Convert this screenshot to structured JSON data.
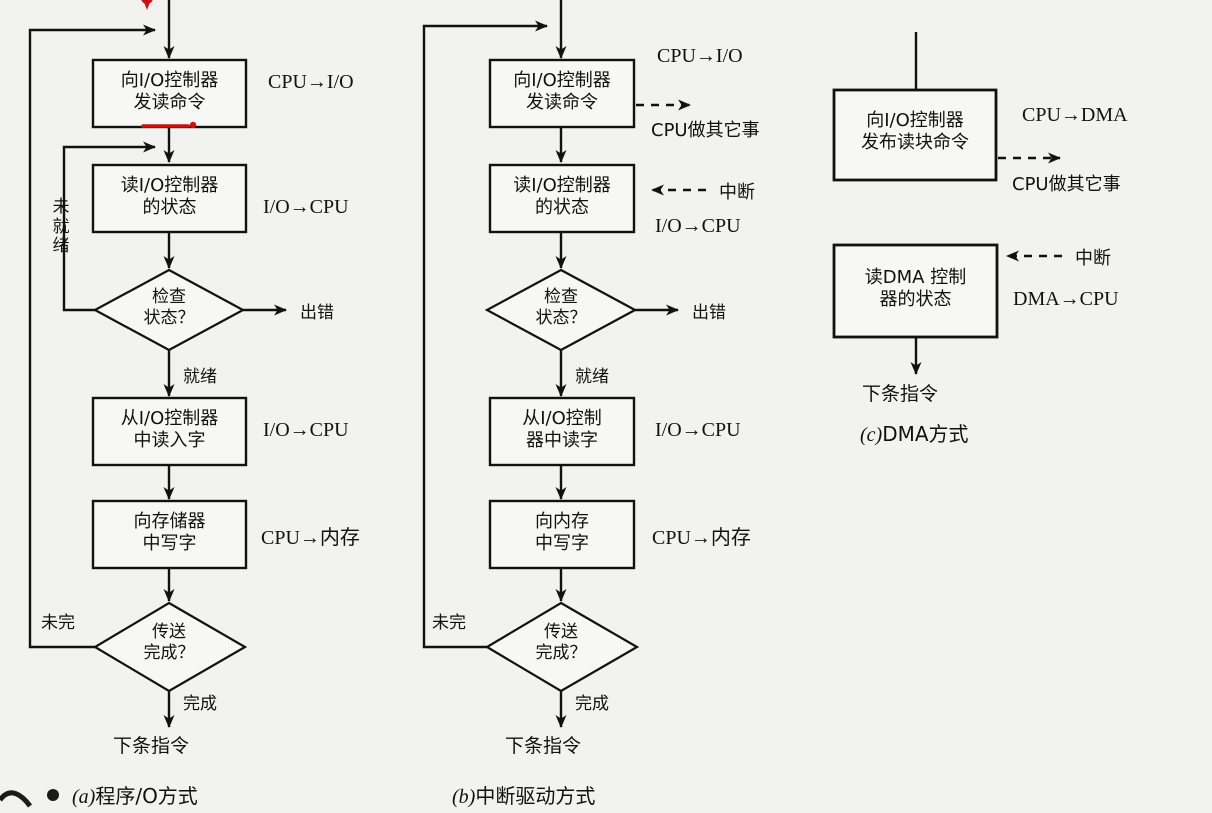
{
  "figure": {
    "title": "I/O 控制方式流程图",
    "background_color": "#f2f2f0",
    "box_fill": "#f7f7f5",
    "stroke_color": "#111111",
    "accent_color": "#cc1111"
  },
  "columns": [
    {
      "id": "a",
      "caption_prefix": "(a)",
      "caption_text": "程序/O方式",
      "nodes": [
        {
          "name": "issue-read-command",
          "shape": "process",
          "text": "向I/O控制器\n发读命令"
        },
        {
          "name": "read-io-status",
          "shape": "process",
          "text": "读I/O控制器\n的状态"
        },
        {
          "name": "check-status",
          "shape": "decision",
          "text": "检查\n状态？"
        },
        {
          "name": "read-word-from-io",
          "shape": "process",
          "text": "从I/O控制器\n中读入字"
        },
        {
          "name": "write-word-to-memory",
          "shape": "process",
          "text": "向存储器\n中写字"
        },
        {
          "name": "transfer-complete",
          "shape": "decision",
          "text": "传送\n完成？"
        },
        {
          "name": "next-instruction",
          "shape": "text",
          "text": "下条指令"
        }
      ],
      "side_labels": [
        {
          "name": "cpu-to-io",
          "text": "CPU→I/O"
        },
        {
          "name": "io-to-cpu-status",
          "text": "I/O→CPU"
        },
        {
          "name": "io-to-cpu-word",
          "text": "I/O→CPU"
        },
        {
          "name": "cpu-to-memory",
          "text": "CPU→内存"
        }
      ],
      "edge_labels": [
        {
          "name": "error-branch",
          "text": "出错"
        },
        {
          "name": "ready-branch",
          "text": "就绪"
        },
        {
          "name": "not-ready-loop",
          "text": "未\n就\n绪"
        },
        {
          "name": "not-done-loop",
          "text": "未完"
        },
        {
          "name": "done-branch",
          "text": "完成"
        }
      ]
    },
    {
      "id": "b",
      "caption_prefix": "(b)",
      "caption_text": "中断驱动方式",
      "nodes": [
        {
          "name": "issue-read-command",
          "shape": "process",
          "text": "向I/O控制器\n发读命令"
        },
        {
          "name": "read-io-status",
          "shape": "process",
          "text": "读I/O控制器\n的状态"
        },
        {
          "name": "check-status",
          "shape": "decision",
          "text": "检查\n状态？"
        },
        {
          "name": "read-word-from-io",
          "shape": "process",
          "text": "从I/O控制\n器中读字"
        },
        {
          "name": "write-word-to-memory",
          "shape": "process",
          "text": "向内存\n中写字"
        },
        {
          "name": "transfer-complete",
          "shape": "decision",
          "text": "传送\n完成？"
        },
        {
          "name": "next-instruction",
          "shape": "text",
          "text": "下条指令"
        }
      ],
      "side_labels": [
        {
          "name": "cpu-to-io",
          "text": "CPU→I/O"
        },
        {
          "name": "cpu-does-other-work",
          "text": "CPU做其它事"
        },
        {
          "name": "interrupt",
          "text": "中断"
        },
        {
          "name": "io-to-cpu-status",
          "text": "I/O→CPU"
        },
        {
          "name": "io-to-cpu-word",
          "text": "I/O→CPU"
        },
        {
          "name": "cpu-to-memory",
          "text": "CPU→内存"
        }
      ],
      "edge_labels": [
        {
          "name": "error-branch",
          "text": "出错"
        },
        {
          "name": "ready-branch",
          "text": "就绪"
        },
        {
          "name": "not-done-loop",
          "text": "未完"
        },
        {
          "name": "done-branch",
          "text": "完成"
        }
      ]
    },
    {
      "id": "c",
      "caption_prefix": "(c)",
      "caption_text": "DMA方式",
      "nodes": [
        {
          "name": "issue-read-block-command",
          "shape": "process",
          "text": "向I/O控制器\n发布读块命令"
        },
        {
          "name": "read-dma-status",
          "shape": "process",
          "text": "读DMA 控制\n器的状态"
        },
        {
          "name": "next-instruction",
          "shape": "text",
          "text": "下条指令"
        }
      ],
      "side_labels": [
        {
          "name": "cpu-to-dma",
          "text": "CPU→DMA"
        },
        {
          "name": "cpu-does-other-work",
          "text": "CPU做其它事"
        },
        {
          "name": "interrupt",
          "text": "中断"
        },
        {
          "name": "dma-to-cpu",
          "text": "DMA→CPU"
        }
      ],
      "edge_labels": []
    }
  ]
}
